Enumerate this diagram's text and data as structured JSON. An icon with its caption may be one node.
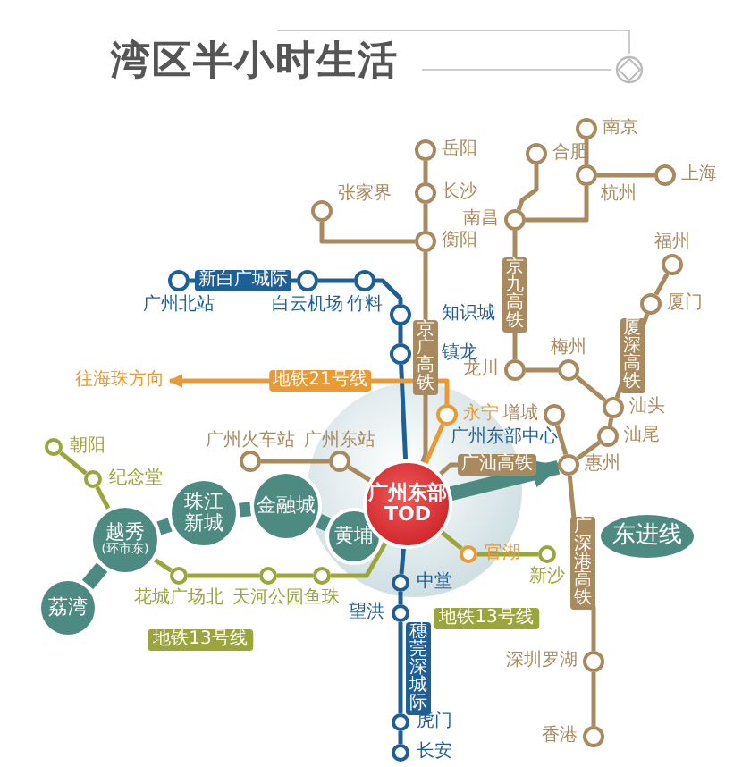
{
  "diagram": {
    "title": "湾区半小时生活",
    "nodes": [
      {
        "text": [],
        "shape": "circle",
        "beside": [
          "岳阳"
        ]
      },
      {
        "text": [],
        "shape": "circle",
        "beside": [
          "长沙"
        ]
      },
      {
        "text": [],
        "shape": "circle",
        "beside": [
          "张家界"
        ]
      },
      {
        "text": [],
        "shape": "circle",
        "beside": [
          "衡阳"
        ]
      },
      {
        "text": [],
        "shape": "circle",
        "beside": [
          "合肥"
        ]
      },
      {
        "text": [],
        "shape": "circle",
        "beside": [
          "南京"
        ]
      },
      {
        "text": [],
        "shape": "circle",
        "beside": [
          "杭州"
        ]
      },
      {
        "text": [],
        "shape": "circle",
        "beside": [
          "上海"
        ]
      },
      {
        "text": [],
        "shape": "circle",
        "beside": [
          "南昌"
        ]
      },
      {
        "text": [],
        "shape": "circle",
        "beside": [
          "龙川"
        ]
      },
      {
        "text": [],
        "shape": "circle",
        "beside": [
          "梅州"
        ]
      },
      {
        "text": [],
        "shape": "circle",
        "beside": [
          "汕头"
        ]
      },
      {
        "text": [],
        "shape": "circle",
        "beside": [
          "厦门"
        ]
      },
      {
        "text": [],
        "shape": "circle",
        "beside": [
          "福州"
        ]
      },
      {
        "text": [],
        "shape": "circle",
        "beside": [
          "增城"
        ]
      },
      {
        "text": [],
        "shape": "circle",
        "beside": [
          "汕尾"
        ]
      },
      {
        "text": [],
        "shape": "circle",
        "beside": [
          "惠州"
        ]
      },
      {
        "text": [],
        "shape": "circle",
        "beside": [
          "深圳罗湖"
        ]
      },
      {
        "text": [],
        "shape": "circle",
        "beside": [
          "香港"
        ]
      },
      {
        "text": [],
        "shape": "circle",
        "beside": [
          "广州北站"
        ]
      },
      {
        "text": [],
        "shape": "circle",
        "beside": [
          "白云机场"
        ]
      },
      {
        "text": [],
        "shape": "circle",
        "beside": [
          "竹料"
        ]
      },
      {
        "text": [],
        "shape": "circle",
        "beside": [
          "知识城"
        ]
      },
      {
        "text": [],
        "shape": "circle",
        "beside": [
          "镇龙"
        ]
      },
      {
        "text": [],
        "shape": "circle",
        "beside": [
          "永宁"
        ]
      },
      {
        "text": [],
        "shape": "circle",
        "beside": [
          "中堂"
        ]
      },
      {
        "text": [],
        "shape": "circle",
        "beside": [
          "望洪"
        ]
      },
      {
        "text": [],
        "shape": "circle",
        "beside": [
          "虎门"
        ]
      },
      {
        "text": [],
        "shape": "circle",
        "beside": [
          "长安"
        ]
      },
      {
        "text": [],
        "shape": "circle",
        "beside": [
          "广州火车站"
        ]
      },
      {
        "text": [],
        "shape": "circle",
        "beside": [
          "广州东站"
        ]
      },
      {
        "text": [],
        "shape": "circle",
        "beside": [
          "朝阳"
        ]
      },
      {
        "text": [],
        "shape": "circle",
        "beside": [
          "纪念堂"
        ]
      },
      {
        "text": [],
        "shape": "circle",
        "beside": [
          "花城广场北"
        ]
      },
      {
        "text": [],
        "shape": "circle",
        "beside": [
          "天河公园"
        ]
      },
      {
        "text": [],
        "shape": "circle",
        "beside": [
          "鱼珠"
        ]
      },
      {
        "text": [],
        "shape": "circle",
        "beside": [
          "官湖"
        ]
      },
      {
        "text": [],
        "shape": "circle",
        "beside": [
          "新沙"
        ]
      },
      {
        "text": [
          "荔湾"
        ]
      },
      {
        "text": [
          "越秀",
          "(环市东)"
        ]
      },
      {
        "text": [
          "珠江新城"
        ]
      },
      {
        "text": [
          "金融城"
        ]
      },
      {
        "text": [
          "黄埔"
        ]
      },
      {
        "text": [
          "广州东部",
          "TOD"
        ]
      },
      {
        "text": [
          "东进线"
        ]
      },
      {
        "text": [
          "往海珠方向"
        ]
      }
    ],
    "edges": [
      {
        "from": 0,
        "to": 1,
        "arrow": "none"
      },
      {
        "from": 1,
        "to": 3,
        "arrow": "none"
      },
      {
        "from": 2,
        "to": 3,
        "arrow": "none"
      },
      {
        "from": 3,
        "to": 43,
        "arrow": "none",
        "label": "京广高铁"
      },
      {
        "from": 4,
        "to": 8,
        "arrow": "none"
      },
      {
        "from": 5,
        "to": 6,
        "arrow": "none"
      },
      {
        "from": 6,
        "to": 7,
        "arrow": "none"
      },
      {
        "from": 6,
        "to": 8,
        "arrow": "none"
      },
      {
        "from": 8,
        "to": 9,
        "arrow": "none",
        "label": "京九高铁"
      },
      {
        "from": 9,
        "to": 10,
        "arrow": "none"
      },
      {
        "from": 10,
        "to": 11,
        "arrow": "none"
      },
      {
        "from": 11,
        "to": 12,
        "arrow": "none",
        "label": "厦深高铁"
      },
      {
        "from": 12,
        "to": 13,
        "arrow": "none"
      },
      {
        "from": 11,
        "to": 15,
        "arrow": "none"
      },
      {
        "from": 15,
        "to": 16,
        "arrow": "none"
      },
      {
        "from": 14,
        "to": 16,
        "arrow": "none"
      },
      {
        "from": 43,
        "to": 16,
        "arrow": "none",
        "label": "广汕高铁"
      },
      {
        "from": 16,
        "to": 17,
        "arrow": "none",
        "label": "广深港高铁"
      },
      {
        "from": 17,
        "to": 18,
        "arrow": "none"
      },
      {
        "from": 29,
        "to": 30,
        "arrow": "none"
      },
      {
        "from": 30,
        "to": 43,
        "arrow": "none"
      },
      {
        "from": 19,
        "to": 20,
        "arrow": "none",
        "label": "新白广城际",
        "color": "#1f5f97"
      },
      {
        "from": 20,
        "to": 21,
        "arrow": "none",
        "color": "#1f5f97"
      },
      {
        "from": 21,
        "to": 22,
        "arrow": "none",
        "color": "#1f5f97"
      },
      {
        "from": 22,
        "to": 23,
        "arrow": "none",
        "color": "#1f5f97"
      },
      {
        "from": 23,
        "to": 43,
        "arrow": "none",
        "color": "#1f5f97"
      },
      {
        "from": 43,
        "to": 25,
        "arrow": "none",
        "color": "#1f5f97"
      },
      {
        "from": 25,
        "to": 26,
        "arrow": "none",
        "color": "#1f5f97"
      },
      {
        "from": 26,
        "to": 27,
        "arrow": "none",
        "label": "穗莞深城际",
        "color": "#1f5f97"
      },
      {
        "from": 27,
        "to": 28,
        "arrow": "none",
        "color": "#1f5f97"
      },
      {
        "from": 24,
        "to": 45,
        "arrow": "to",
        "label": "地铁21号线",
        "color": "#e99a35"
      },
      {
        "from": 24,
        "to": 43,
        "arrow": "none",
        "color": "#e99a35"
      },
      {
        "from": 31,
        "to": 32,
        "arrow": "none",
        "color": "#9aa53c"
      },
      {
        "from": 32,
        "to": 39,
        "arrow": "none",
        "color": "#9aa53c"
      },
      {
        "from": 39,
        "to": 33,
        "arrow": "none",
        "color": "#9aa53c"
      },
      {
        "from": 33,
        "to": 34,
        "arrow": "none",
        "color": "#9aa53c"
      },
      {
        "from": 34,
        "to": 35,
        "arrow": "none",
        "color": "#9aa53c"
      },
      {
        "from": 35,
        "to": 43,
        "arrow": "none",
        "color": "#9aa53c"
      },
      {
        "from": 43,
        "to": 36,
        "arrow": "none",
        "color": "#9aa53c"
      },
      {
        "from": 36,
        "to": 37,
        "arrow": "none",
        "color": "#9aa53c"
      },
      {
        "from": 38,
        "to": 39,
        "arrow": "none",
        "style": "thick",
        "color": "#4d8b82"
      },
      {
        "from": 39,
        "to": 40,
        "arrow": "none",
        "style": "thick",
        "color": "#4d8b82"
      },
      {
        "from": 40,
        "to": 41,
        "arrow": "none",
        "style": "thick",
        "color": "#4d8b82"
      },
      {
        "from": 41,
        "to": 42,
        "arrow": "none",
        "style": "thick",
        "color": "#4d8b82"
      },
      {
        "from": 43,
        "to": 16,
        "arrow": "to",
        "style": "thick",
        "color": "#4d8b82"
      }
    ],
    "labels": [
      "广州东部中心",
      "地铁13号线",
      "地铁13号线"
    ]
  }
}
